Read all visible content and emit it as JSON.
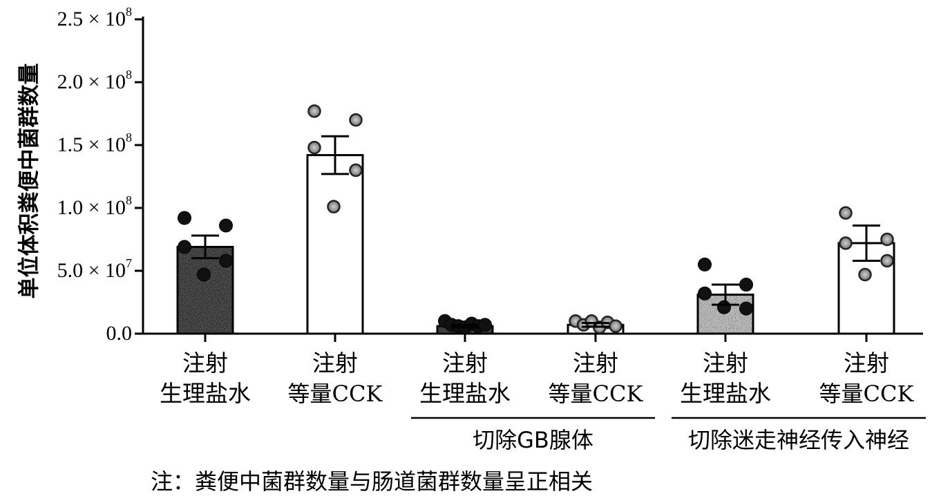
{
  "chart_data": {
    "type": "bar",
    "ylabel": "单位体积粪便中菌群数量",
    "ylim": [
      0,
      250000000
    ],
    "yticks": [
      {
        "value": 0,
        "mantissa": "0.0",
        "exponent": ""
      },
      {
        "value": 50000000,
        "mantissa": "5.0",
        "exponent": "7"
      },
      {
        "value": 100000000,
        "mantissa": "1.0",
        "exponent": "8"
      },
      {
        "value": 150000000,
        "mantissa": "1.5",
        "exponent": "8"
      },
      {
        "value": 200000000,
        "mantissa": "2.0",
        "exponent": "8"
      },
      {
        "value": 250000000,
        "mantissa": "2.5",
        "exponent": "8"
      }
    ],
    "times_symbol": "× 10",
    "categories": [
      {
        "line1": "注射",
        "line2": "生理盐水",
        "value": 69000000,
        "err": 9000000,
        "fill": "#5a5a5a",
        "texture": "dark",
        "points": [
          92000000,
          86000000,
          69000000,
          58000000,
          47000000
        ],
        "point_style": "black"
      },
      {
        "line1": "注射",
        "line2": "等量CCK",
        "value": 142000000,
        "err": 15000000,
        "fill": "#ffffff",
        "texture": "none",
        "points": [
          177000000,
          170000000,
          148000000,
          130000000,
          101000000
        ],
        "point_style": "gray"
      },
      {
        "line1": "注射",
        "line2": "生理盐水",
        "value": 6000000,
        "err": 1000000,
        "fill": "#5a5a5a",
        "texture": "dark",
        "points": [
          10000000,
          7000000,
          6000000,
          5000000,
          8000000,
          6000000,
          7000000
        ],
        "point_style": "black"
      },
      {
        "line1": "注射",
        "line2": "等量CCK",
        "value": 7000000,
        "err": 1500000,
        "fill": "#ffffff",
        "texture": "none",
        "points": [
          10000000,
          7000000,
          10000000,
          5000000,
          9000000,
          6000000
        ],
        "point_style": "gray"
      },
      {
        "line1": "注射",
        "line2": "生理盐水",
        "value": 31000000,
        "err": 8000000,
        "fill": "#bdbdbd",
        "texture": "light",
        "points": [
          55000000,
          39000000,
          32000000,
          20000000,
          21000000
        ],
        "point_style": "black"
      },
      {
        "line1": "注射",
        "line2": "等量CCK",
        "value": 72000000,
        "err": 14000000,
        "fill": "#ffffff",
        "texture": "none",
        "points": [
          96000000,
          75000000,
          72000000,
          58000000,
          47000000
        ],
        "point_style": "gray"
      }
    ],
    "groups": [
      {
        "label": "切除GB腺体",
        "from": 2,
        "to": 3
      },
      {
        "label": "切除迷走神经传入神经",
        "from": 4,
        "to": 5
      }
    ]
  },
  "note": "注：粪便中菌群数量与肠道菌群数量呈正相关"
}
